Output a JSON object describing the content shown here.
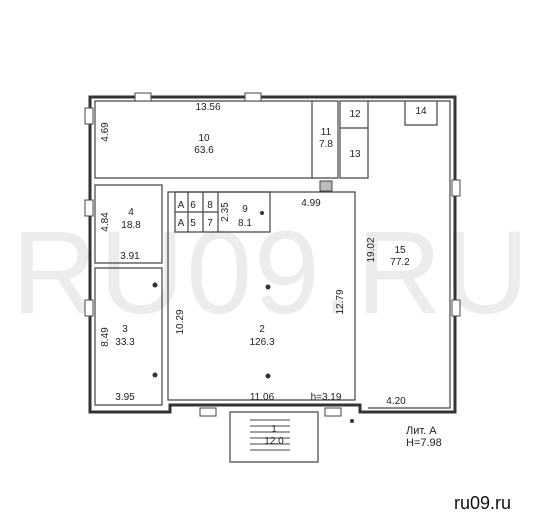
{
  "watermark": "RU09.RU",
  "site_label": "ru09.ru",
  "lit": {
    "line1": "Лит. А",
    "line2": "H=7.98"
  },
  "rooms": [
    {
      "id": "1",
      "area": "12.0"
    },
    {
      "id": "2",
      "area": "126.3"
    },
    {
      "id": "3",
      "area": "33.3"
    },
    {
      "id": "4",
      "area": "18.8"
    },
    {
      "id": "5",
      "area": ""
    },
    {
      "id": "6",
      "area": ""
    },
    {
      "id": "7",
      "area": ""
    },
    {
      "id": "8",
      "area": ""
    },
    {
      "id": "9",
      "area": "8.1"
    },
    {
      "id": "10",
      "area": "63.6"
    },
    {
      "id": "11",
      "area": "7.8"
    },
    {
      "id": "12",
      "area": ""
    },
    {
      "id": "13",
      "area": ""
    },
    {
      "id": "14",
      "area": ""
    },
    {
      "id": "15",
      "area": "77.2"
    }
  ],
  "dimensions": {
    "d13_56": "13.56",
    "d4_69": "4.69",
    "d4_84": "4.84",
    "d3_91": "3.91",
    "d8_49": "8.49",
    "d3_95": "3.95",
    "d10_29": "10.29",
    "d11_06": "11.06",
    "d_h3_19": "h=3.19",
    "d12_79": "12.79",
    "d4_99": "4.99",
    "d2_35": "2.35",
    "d19_02": "19.02",
    "d4_20": "4.20"
  },
  "door_labels": {
    "a": "A",
    "b": "A"
  }
}
